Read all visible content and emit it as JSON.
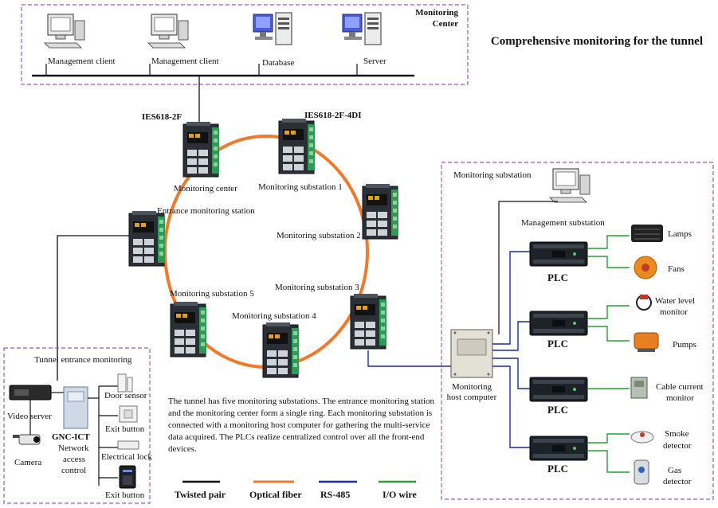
{
  "title": "Comprehensive monitoring for the tunnel",
  "colors": {
    "twisted": "#111111",
    "fiber": "#ee7a2c",
    "rs485": "#1c2a9c",
    "io": "#2f9a3a",
    "zone_border": "#9b59b6"
  },
  "monitoring_center": {
    "label_line1": "Monitoring",
    "label_line2": "Center",
    "devices": [
      {
        "label": "Management client",
        "icon": "workstation-icon"
      },
      {
        "label": "Management client",
        "icon": "workstation-icon"
      },
      {
        "label": "Database",
        "icon": "database-server-icon"
      },
      {
        "label": "Server",
        "icon": "server-icon"
      }
    ]
  },
  "switches": {
    "model_a": "IES618-2F",
    "model_b": "IES618-2F-4DI",
    "ring": [
      "Monitoring center",
      "Monitoring substation 1",
      "Monitoring substation 2",
      "Monitoring substation 3",
      "Monitoring substation 4",
      "Monitoring substation 5",
      "Entrance monitoring station"
    ]
  },
  "substation_zone": {
    "title": "Monitoring substation",
    "management": "Management substation",
    "host_line1": "Monitoring",
    "host_line2": "host computer",
    "plc_label": "PLC",
    "plcs": [
      {
        "devices": [
          {
            "line1": "Lamps",
            "line2": ""
          },
          {
            "line1": "Fans",
            "line2": ""
          }
        ]
      },
      {
        "devices": [
          {
            "line1": "Water level",
            "line2": "monitor"
          },
          {
            "line1": "Pumps",
            "line2": ""
          }
        ]
      },
      {
        "devices": [
          {
            "line1": "Cable current",
            "line2": "monitor"
          }
        ]
      },
      {
        "devices": [
          {
            "line1": "Smoke",
            "line2": "detector"
          },
          {
            "line1": "Gas",
            "line2": "detector"
          }
        ]
      }
    ]
  },
  "entrance_zone": {
    "title": "Tunnel entrance monitoring",
    "video_server": "Video server",
    "camera": "Camera",
    "gnc_name": "GNC-ICT",
    "gnc_line1": "Network",
    "gnc_line2": "access",
    "gnc_line3": "control",
    "door_sensor": "Door sensor",
    "exit_button_1": "Exit button",
    "electrical_lock": "Electrical lock",
    "exit_button_2": "Exit button"
  },
  "description": "The tunnel has five monitoring substations. The entrance monitoring station and the monitoring center form a single ring. Each monitoring substation is connected with a monitoring host computer for gathering the multi-service data acquired. The PLCs realize centralized control over all the front-end devices.",
  "legend": [
    {
      "label": "Twisted pair",
      "color": "#111111"
    },
    {
      "label": "Optical fiber",
      "color": "#ee7a2c"
    },
    {
      "label": "RS-485",
      "color": "#1c2a9c"
    },
    {
      "label": "I/O wire",
      "color": "#2f9a3a"
    }
  ]
}
